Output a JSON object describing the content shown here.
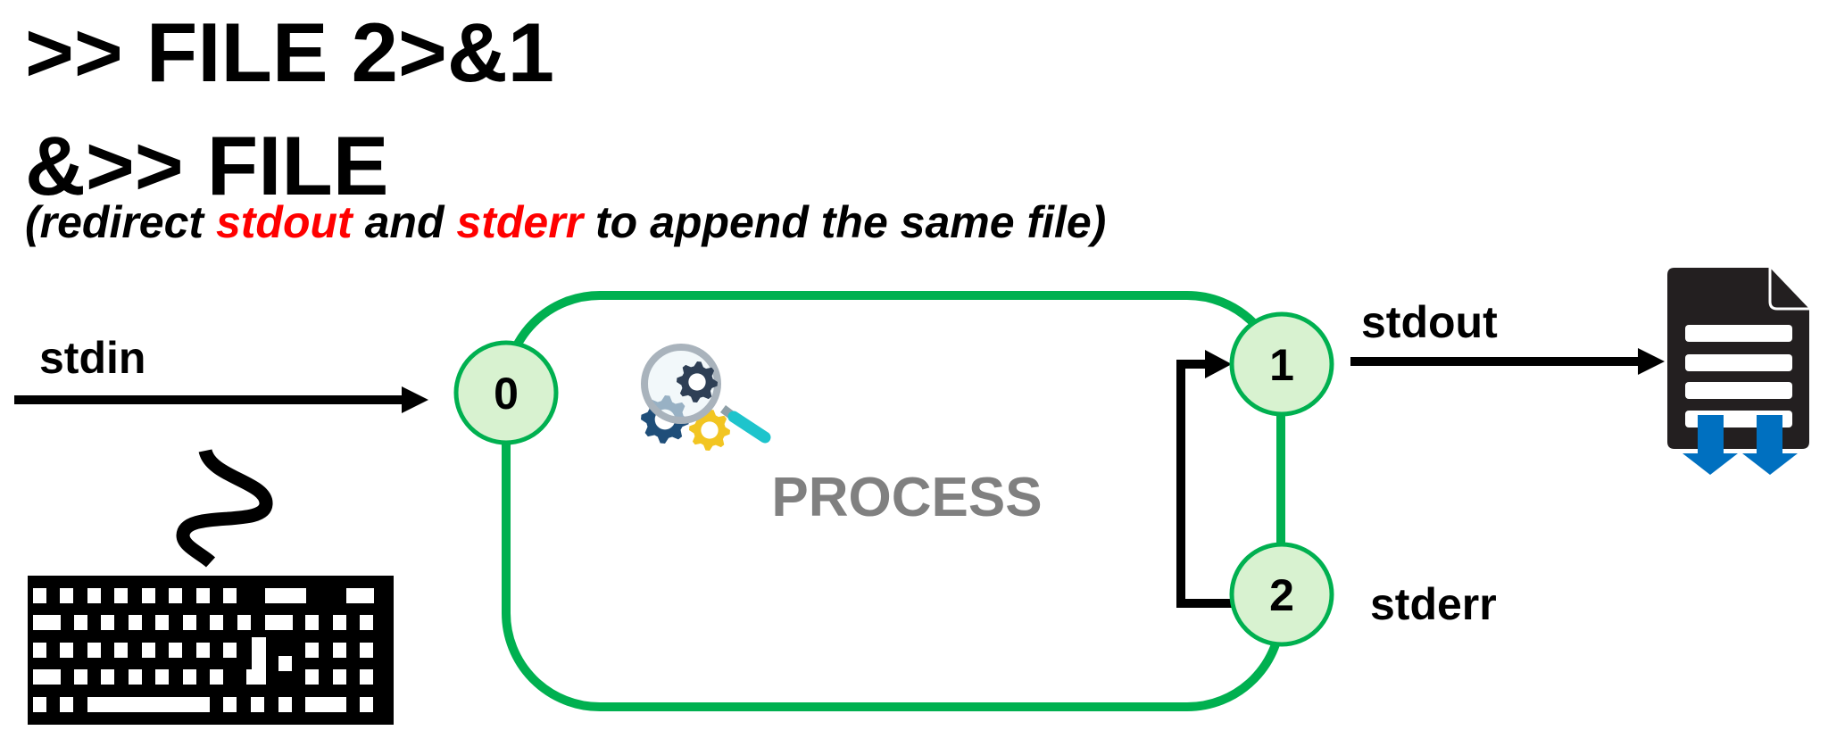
{
  "heading": {
    "line1": ">> FILE 2>&1",
    "line2": "&>> FILE",
    "subtitle": {
      "open": "(redirect ",
      "stdout": "stdout",
      "and": " and ",
      "stderr": "stderr",
      "rest": " to append the same file)"
    }
  },
  "diagram": {
    "process_label": "PROCESS",
    "streams": {
      "stdin": "stdin",
      "stdout": "stdout",
      "stderr": "stderr"
    },
    "descriptors": [
      {
        "id": "fd0",
        "label": "0"
      },
      {
        "id": "fd1",
        "label": "1"
      },
      {
        "id": "fd2",
        "label": "2"
      }
    ],
    "icons": {
      "input": "keyboard-icon",
      "process": "gears-magnifier-icon",
      "output": "file-append-icon"
    }
  },
  "colors": {
    "process_border": "#00B050",
    "descriptor_fill": "#D8F2D0",
    "highlight_text": "#FF0000",
    "process_text": "#808080",
    "append_arrows": "#0070C0"
  }
}
